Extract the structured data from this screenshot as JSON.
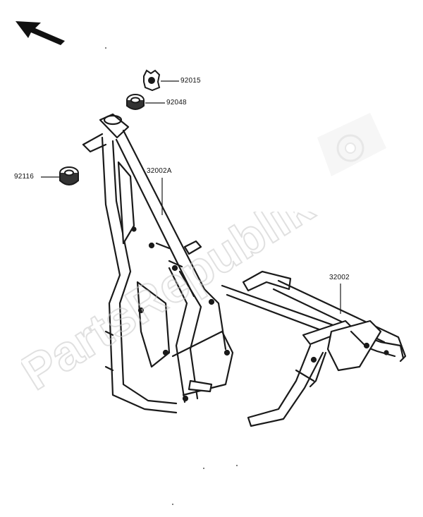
{
  "parts": [
    {
      "number": "92015"
    },
    {
      "number": "92048"
    },
    {
      "number": "92116"
    },
    {
      "number": "32002A"
    },
    {
      "number": "32002"
    }
  ],
  "watermark": {
    "text": "PartsRepublik",
    "color": "#d9d9d9"
  },
  "colors": {
    "line": "#1a1a1a",
    "background": "#ffffff"
  },
  "icons": {
    "direction": "arrow-up-left-icon",
    "watermark_logo": "gear-flag-icon"
  }
}
